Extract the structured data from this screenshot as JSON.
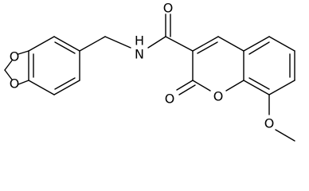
{
  "atom_labels": {
    "o_ring_top": "O",
    "o_ring_bottom": "O",
    "n_amide": "N",
    "h_amide": "H",
    "o_carbonyl_amide": "O",
    "o_carbonyl_lactone": "O",
    "o_ring_lactone": "O",
    "o_methoxy": "O"
  },
  "colors": {
    "bond": "#000000",
    "background": "#ffffff"
  }
}
